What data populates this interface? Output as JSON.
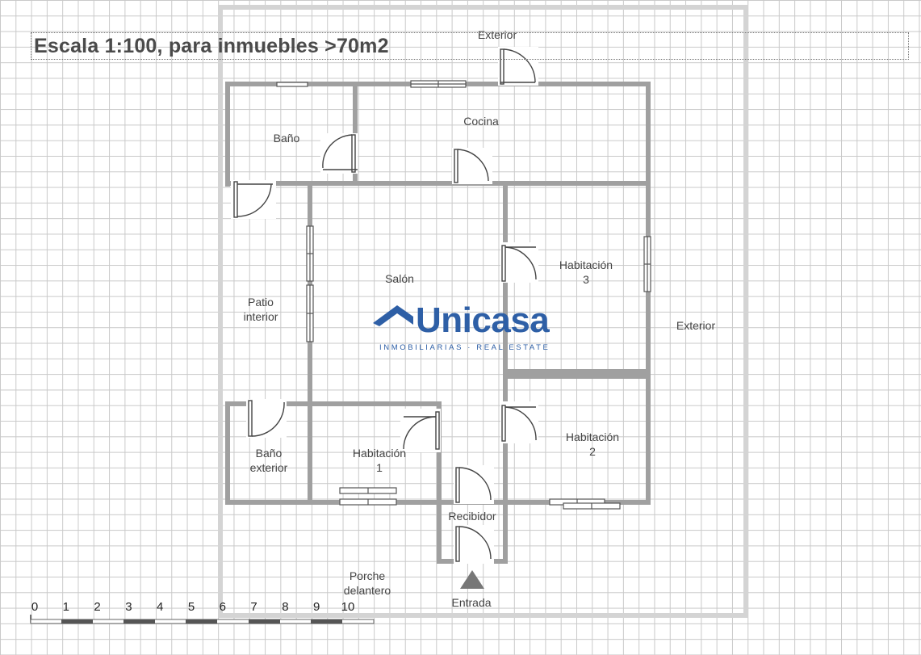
{
  "title": "Escala 1:100, para  inmuebles >70m2",
  "rooms": {
    "exterior_top": "Exterior",
    "cocina": "Cocina",
    "bano": "Baño",
    "salon": "Salón",
    "patio_line1": "Patio",
    "patio_line2": "interior",
    "hab3_line1": "Habitación",
    "hab3_line2": "3",
    "exterior_right": "Exterior",
    "bano_ext_line1": "Baño",
    "bano_ext_line2": "exterior",
    "hab1_line1": "Habitación",
    "hab1_line2": "1",
    "hab2_line1": "Habitación",
    "hab2_line2": "2",
    "recibidor": "Recibidor",
    "porche_line1": "Porche",
    "porche_line2": "delantero",
    "entrada": "Entrada"
  },
  "logo": {
    "name": "Unicasa",
    "tagline": "INMOBILIARIAS · REAL ESTATE",
    "color": "#2e5fa6"
  },
  "scale_bar": {
    "labels": [
      "0",
      "1",
      "2",
      "3",
      "4",
      "5",
      "6",
      "7",
      "8",
      "9",
      "10"
    ]
  },
  "colors": {
    "wall": "#9e9e9e",
    "frame": "#d4d4d4",
    "door": "#444444"
  }
}
